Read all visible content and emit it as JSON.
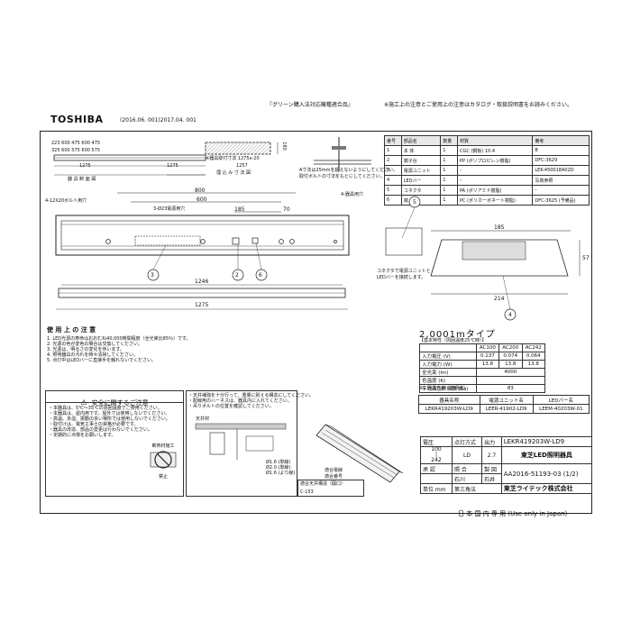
{
  "header": {
    "green_note": "『グリーン購入法対応機種適合品』",
    "caution_note": "※施工上の注意とご使用上の注意はカタログ・取扱説明書をお読みください。",
    "logo": "TOSHIBA",
    "revision": "(2016.06. 001)2017.04. 001"
  },
  "drawing": {
    "dims_top_1": "223  600  475  600  475",
    "dims_top_2": "325  600  575  600  575",
    "dim_1275_a": "1275",
    "dim_1275_b": "1275",
    "plan_label": "器 具 断 面 図",
    "embed_label": "※器具取付寸法  1275x-20",
    "embed_dim": "1257",
    "embed_caption": "埋 込 み 寸 法 図",
    "dim_180": "180",
    "bolt_note": "A寸法は25mmを超えないようにしてください。",
    "bolt_note2": "取付ボルトの寸法をもとにしてください。",
    "dim_800": "800",
    "dim_600": "600",
    "dim_185": "185",
    "dim_70": "70",
    "label_bolt": "4-12X20ボルト用穴",
    "label_hole": "3-Ø23電源用穴",
    "label_mount": "4-器具用穴",
    "dim_1246": "1246",
    "dim_1275_c": "1275",
    "callout_2": "2",
    "callout_3": "3",
    "callout_5": "5",
    "callout_6": "6",
    "callout_4": "4",
    "side_dim_185": "185",
    "side_dim_214": "214",
    "side_dim_57": "57",
    "connector_label": "コネクタで電源ユニットと",
    "connector_label2": "LEDバーを接続します。"
  },
  "parts": {
    "headers": [
      "番号",
      "部品名",
      "数量",
      "材質",
      "備考"
    ],
    "rows": [
      [
        "1",
        "本 体",
        "1",
        "CGC (鋼板) 10.4",
        "B"
      ],
      [
        "2",
        "端子台",
        "1",
        "PP (ポリプロピレン樹脂)",
        "DFC-3629"
      ],
      [
        "3",
        "電源ユニット",
        "1",
        "–",
        "LEK-450018A02D"
      ],
      [
        "4",
        "LEDバー",
        "1",
        "–",
        "写真参照"
      ],
      [
        "5",
        "コネクタ",
        "1",
        "PA (ポリアミド樹脂)",
        "–"
      ],
      [
        "6",
        "端 子 台",
        "1",
        "PC (ポリカーボネート樹脂)",
        "DFC-3625 (予備品)"
      ]
    ]
  },
  "usage": {
    "title": "使 用 上 の 注 意",
    "lines": [
      "1. LED光源の寿命はおおむね40,000時間程度（全光束比85％）です。",
      "2. 光源の色が変色の場合は交換してください。",
      "3. 光源は、明るさの変化を伴います。",
      "4. 照明器具の汚れを時々清掃してください。",
      "5. 点灯中はLEDバーに直接手を触れないでください。"
    ]
  },
  "spec": {
    "type_title": "2,0001mタイプ",
    "caption": "【基本特性（周囲温度25℃時）】",
    "col_headers": [
      "",
      "AC100",
      "AC200",
      "AC242"
    ],
    "rows": [
      [
        "入力電圧 (V)",
        "0.137",
        "0.074",
        "0.064"
      ],
      [
        "入力電力 (W)",
        "13.8",
        "13.8",
        "13.8"
      ],
      [
        "全光束 (lm)",
        "",
        "4000",
        ""
      ],
      [
        "色温度 (K)",
        "",
        "",
        ""
      ],
      [
        "平均演色評価数 (Ra)",
        "",
        "83",
        ""
      ]
    ],
    "footnote": "※1 器具光束（初期値）"
  },
  "model": {
    "headers": [
      "器具名称",
      "電源ユニット名",
      "LEDバー名"
    ],
    "row": [
      "LEKR419203W-LD9",
      "LEER-41902-LD9",
      "LEEM-40203W-01"
    ]
  },
  "safety": {
    "title": "安全に関するご注意",
    "lines": [
      "・本器具は、5℃〜35℃の周囲温度でご使用ください。",
      "・本器具は、屋内用です。屋外では使用しないでください。",
      "・高温、多湿、振動の多い場所では使用しないでください。",
      "・取付けは、電気工事士の資格が必要です。",
      "・器具の改造、部品の変更は行わないでください。",
      "・定期的に点検をお願いします。"
    ],
    "prohibit_label": "断熱材施工",
    "prohibit_sub": "禁止"
  },
  "install": {
    "lines": [
      "・天井補強を十分行って、重量に耐える構造にしてください。",
      "・配線用のハーネスは、器具内に入れてください。",
      "・吊りボルトの位置を確認してください。"
    ],
    "table_headers": [
      "適合天井構造（開口）",
      "適合電線"
    ],
    "table_rows": [
      [
        "",
        "Ø1.6 (単線)"
      ],
      [
        "",
        "Ø2.0 (単線)"
      ],
      [
        "",
        "Ø1.6 (より線)"
      ]
    ],
    "ceiling_label": "天井材",
    "code_label": "適合番号",
    "code_value": "C-153"
  },
  "title_block": {
    "voltage_header": "電圧",
    "lamp_header": "点灯方式",
    "output_header": "出力",
    "model_name": "LEKR419203W-LD9",
    "voltage_values": [
      "100",
      "|",
      "242"
    ],
    "lamp": "LD",
    "output": "2.7",
    "product_name": "東芝LED照明器具",
    "approve": "承 認",
    "check": "照 合",
    "draw": "製 図",
    "person1": "石川",
    "person2": "石井",
    "unit": "単位 mm",
    "angle": "第三角法",
    "drawing_no": "AA2016-51193-03",
    "page": "(1/2)",
    "company": "東芝ライテック株式会社",
    "japan_only": "日 本 国 内 専 用   (Use only in Japan)"
  }
}
